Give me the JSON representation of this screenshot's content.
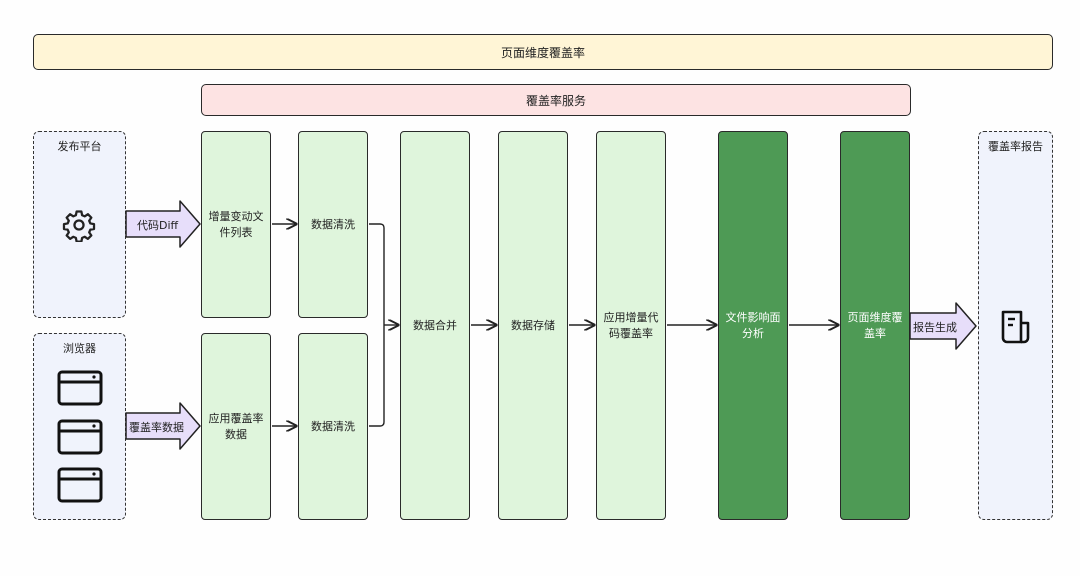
{
  "top_bar": {
    "label": "页面维度覆盖率"
  },
  "service_bar": {
    "label": "覆盖率服务"
  },
  "sources": {
    "publish": {
      "title": "发布平台",
      "icon": "gear-icon"
    },
    "browser": {
      "title": "浏览器",
      "icon": "browser-window-icon"
    }
  },
  "report": {
    "title": "覆盖率报告",
    "icon": "document-icon"
  },
  "arrows": {
    "code_diff": "代码Diff",
    "coverage_data": "覆盖率数据",
    "report_gen": "报告生成"
  },
  "nodes": {
    "incremental_files": "增量变动文件列表",
    "clean_top": "数据清洗",
    "app_coverage": "应用覆盖率数据",
    "clean_bottom": "数据清洗",
    "merge": "数据合并",
    "storage": "数据存储",
    "app_incremental": "应用增量代码覆盖率",
    "file_impact": "文件影响面分析",
    "page_coverage": "页面维度覆盖率"
  },
  "colors": {
    "light_node": "#dff5dc",
    "dark_node": "#4e9a55",
    "top_bar": "#fff5d6",
    "service_bar": "#fde3e3",
    "dashed_panel": "#f0f3fc",
    "fat_arrow": "#e7defa"
  }
}
